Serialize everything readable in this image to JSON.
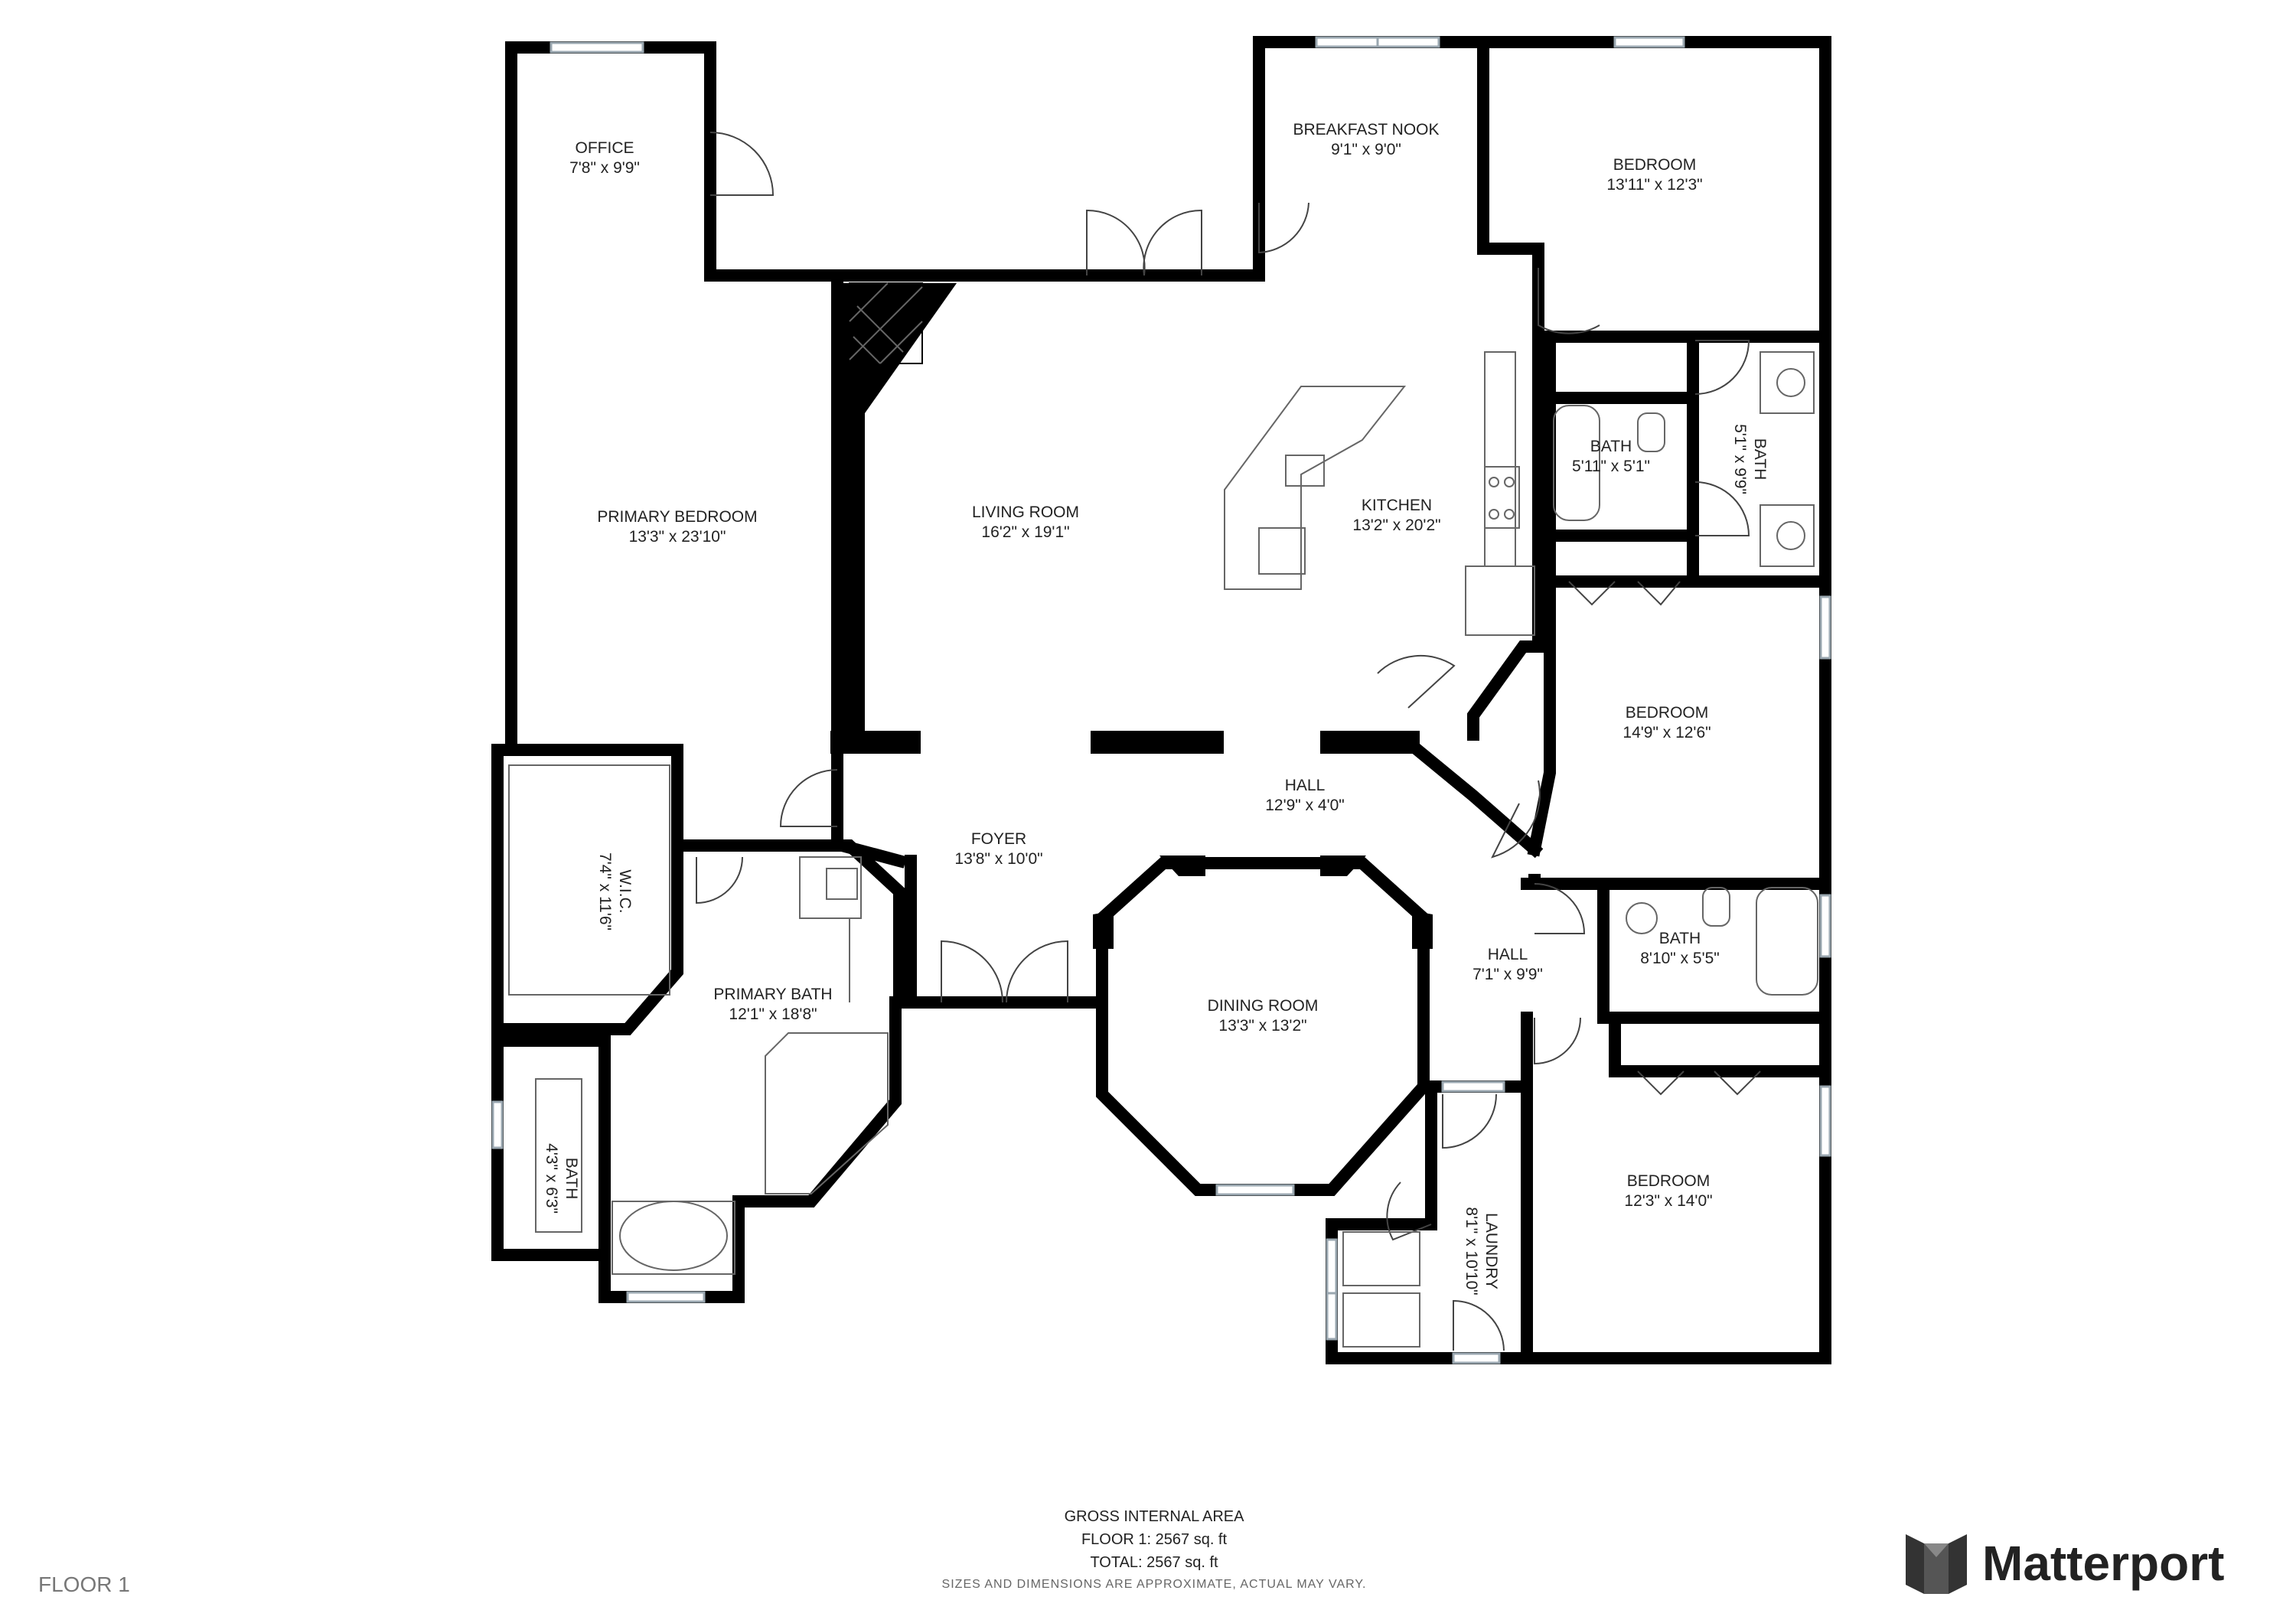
{
  "rooms": {
    "office": {
      "name": "OFFICE",
      "dim": "7'8\" x 9'9\""
    },
    "primary_bedroom": {
      "name": "PRIMARY BEDROOM",
      "dim": "13'3\" x 23'10\""
    },
    "living_room": {
      "name": "LIVING ROOM",
      "dim": "16'2\" x 19'1\""
    },
    "breakfast_nook": {
      "name": "BREAKFAST NOOK",
      "dim": "9'1\" x 9'0\""
    },
    "bedroom_ne": {
      "name": "BEDROOM",
      "dim": "13'11\" x 12'3\""
    },
    "kitchen": {
      "name": "KITCHEN",
      "dim": "13'2\" x 20'2\""
    },
    "bath_a": {
      "name": "BATH",
      "dim": "5'11\" x 5'1\""
    },
    "bath_b": {
      "name": "BATH",
      "dim": "5'1\" x 9'9\""
    },
    "bedroom_e": {
      "name": "BEDROOM",
      "dim": "14'9\" x 12'6\""
    },
    "wic": {
      "name": "W.I.C.",
      "dim": "7'4\" x 11'6\""
    },
    "foyer": {
      "name": "FOYER",
      "dim": "13'8\" x 10'0\""
    },
    "hall_1": {
      "name": "HALL",
      "dim": "12'9\" x 4'0\""
    },
    "primary_bath": {
      "name": "PRIMARY BATH",
      "dim": "12'1\" x 18'8\""
    },
    "dining_room": {
      "name": "DINING ROOM",
      "dim": "13'3\" x 13'2\""
    },
    "hall_2": {
      "name": "HALL",
      "dim": "7'1\" x 9'9\""
    },
    "bath_c": {
      "name": "BATH",
      "dim": "8'10\" x 5'5\""
    },
    "bath_d": {
      "name": "BATH",
      "dim": "4'3\" x 6'3\""
    },
    "bedroom_se": {
      "name": "BEDROOM",
      "dim": "12'3\" x 14'0\""
    },
    "laundry": {
      "name": "LAUNDRY",
      "dim": "8'1\" x 10'10\""
    }
  },
  "footer": {
    "heading": "GROSS INTERNAL AREA",
    "floor_area": "FLOOR 1: 2567 sq. ft",
    "total_area": "TOTAL: 2567 sq. ft",
    "disclaimer": "SIZES AND DIMENSIONS ARE APPROXIMATE, ACTUAL MAY VARY.",
    "floor_label": "FLOOR 1"
  },
  "brand": {
    "name": "Matterport",
    "logo": "matterport-logo-icon"
  },
  "colors": {
    "wall": "#000000",
    "fixture": "#666666",
    "window": "#9aa7b0"
  }
}
